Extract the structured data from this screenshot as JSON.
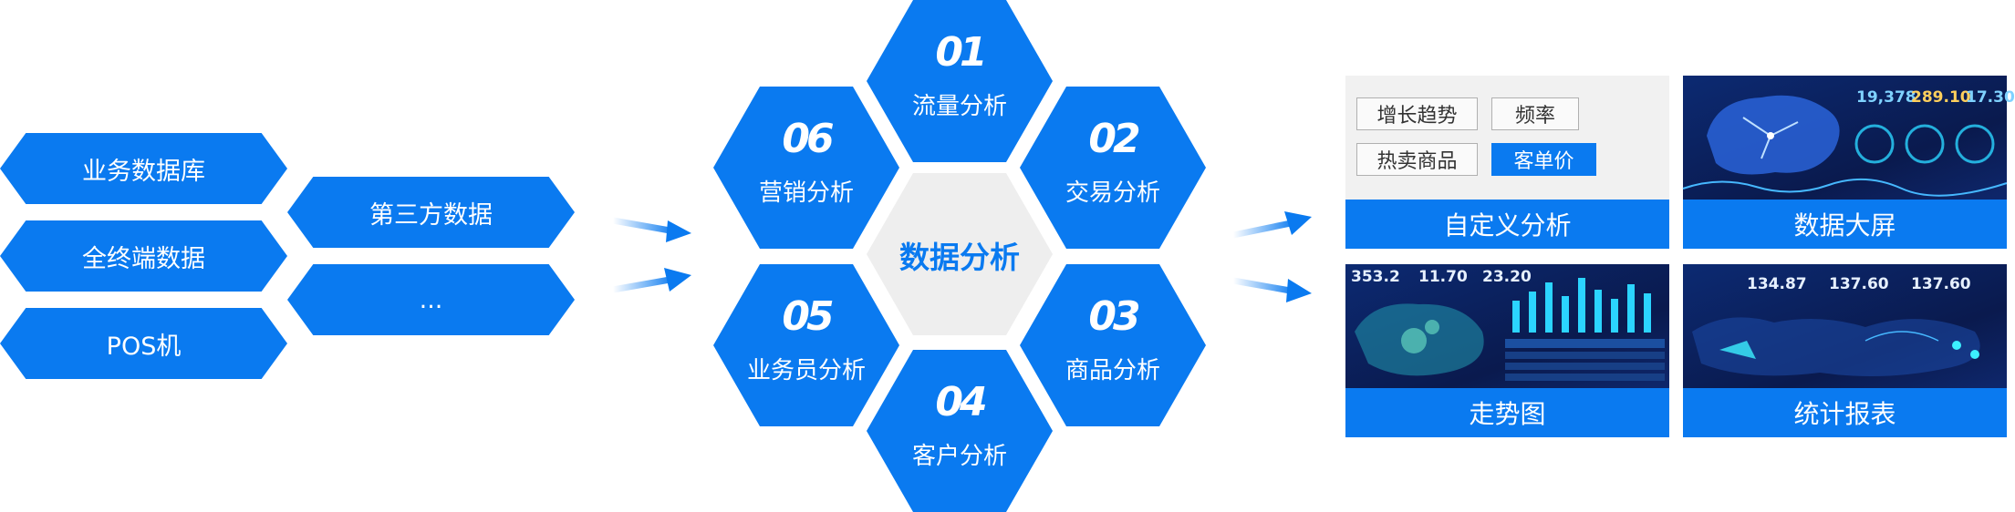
{
  "sources": {
    "col1": [
      "业务数据库",
      "全终端数据",
      "POS机"
    ],
    "col2": [
      "第三方数据",
      "..."
    ]
  },
  "analysis": {
    "center": "数据分析",
    "modules": [
      {
        "num": "01",
        "label": "流量分析"
      },
      {
        "num": "02",
        "label": "交易分析"
      },
      {
        "num": "03",
        "label": "商品分析"
      },
      {
        "num": "04",
        "label": "客户分析"
      },
      {
        "num": "05",
        "label": "业务员分析"
      },
      {
        "num": "06",
        "label": "营销分析"
      }
    ]
  },
  "outputs": {
    "custom": {
      "caption": "自定义分析",
      "tags": [
        "增长趋势",
        "频率",
        "热卖商品",
        "客单价"
      ],
      "active_tag": "客单价"
    },
    "bigscreen": {
      "caption": "数据大屏",
      "values": [
        "19,378",
        "289.10",
        "17.30"
      ]
    },
    "trend": {
      "caption": "走势图",
      "values": [
        "353.2",
        "11.70",
        "23.20"
      ]
    },
    "report": {
      "caption": "统计报表",
      "values": [
        "134.87",
        "137.60",
        "137.60"
      ]
    }
  },
  "colors": {
    "primary": "#0a7af0",
    "center_bg": "#eeeeee",
    "dash_bg": "#0a1a4e"
  }
}
